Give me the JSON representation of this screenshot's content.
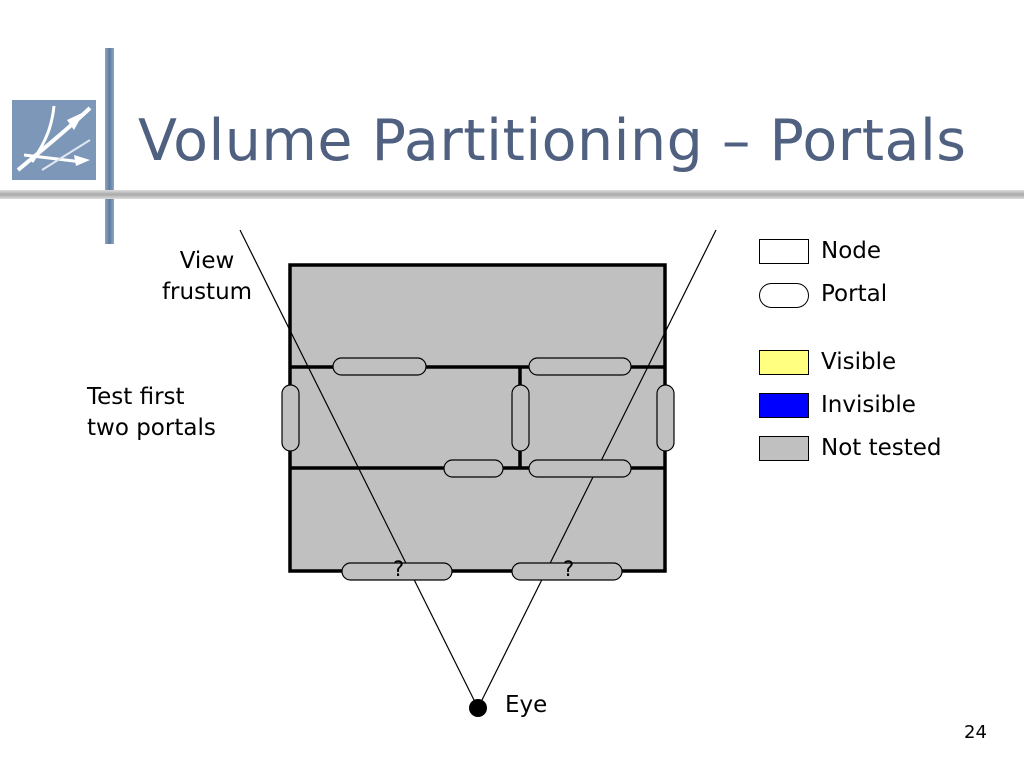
{
  "title": "Volume Partitioning – Portals",
  "labels": {
    "view_frustum_line1": "View",
    "view_frustum_line2": "frustum",
    "test_first_line1": "Test first",
    "test_first_line2": "two portals",
    "eye": "Eye",
    "portal_question_1": "?",
    "portal_question_2": "?"
  },
  "legend": {
    "node": "Node",
    "portal": "Portal",
    "visible": "Visible",
    "invisible": "Invisible",
    "not_tested": "Not tested"
  },
  "colors": {
    "title": "#4f6080",
    "visible": "#ffff80",
    "invisible": "#0000ff",
    "not_tested": "#c0c0c0"
  },
  "page_number": "24"
}
